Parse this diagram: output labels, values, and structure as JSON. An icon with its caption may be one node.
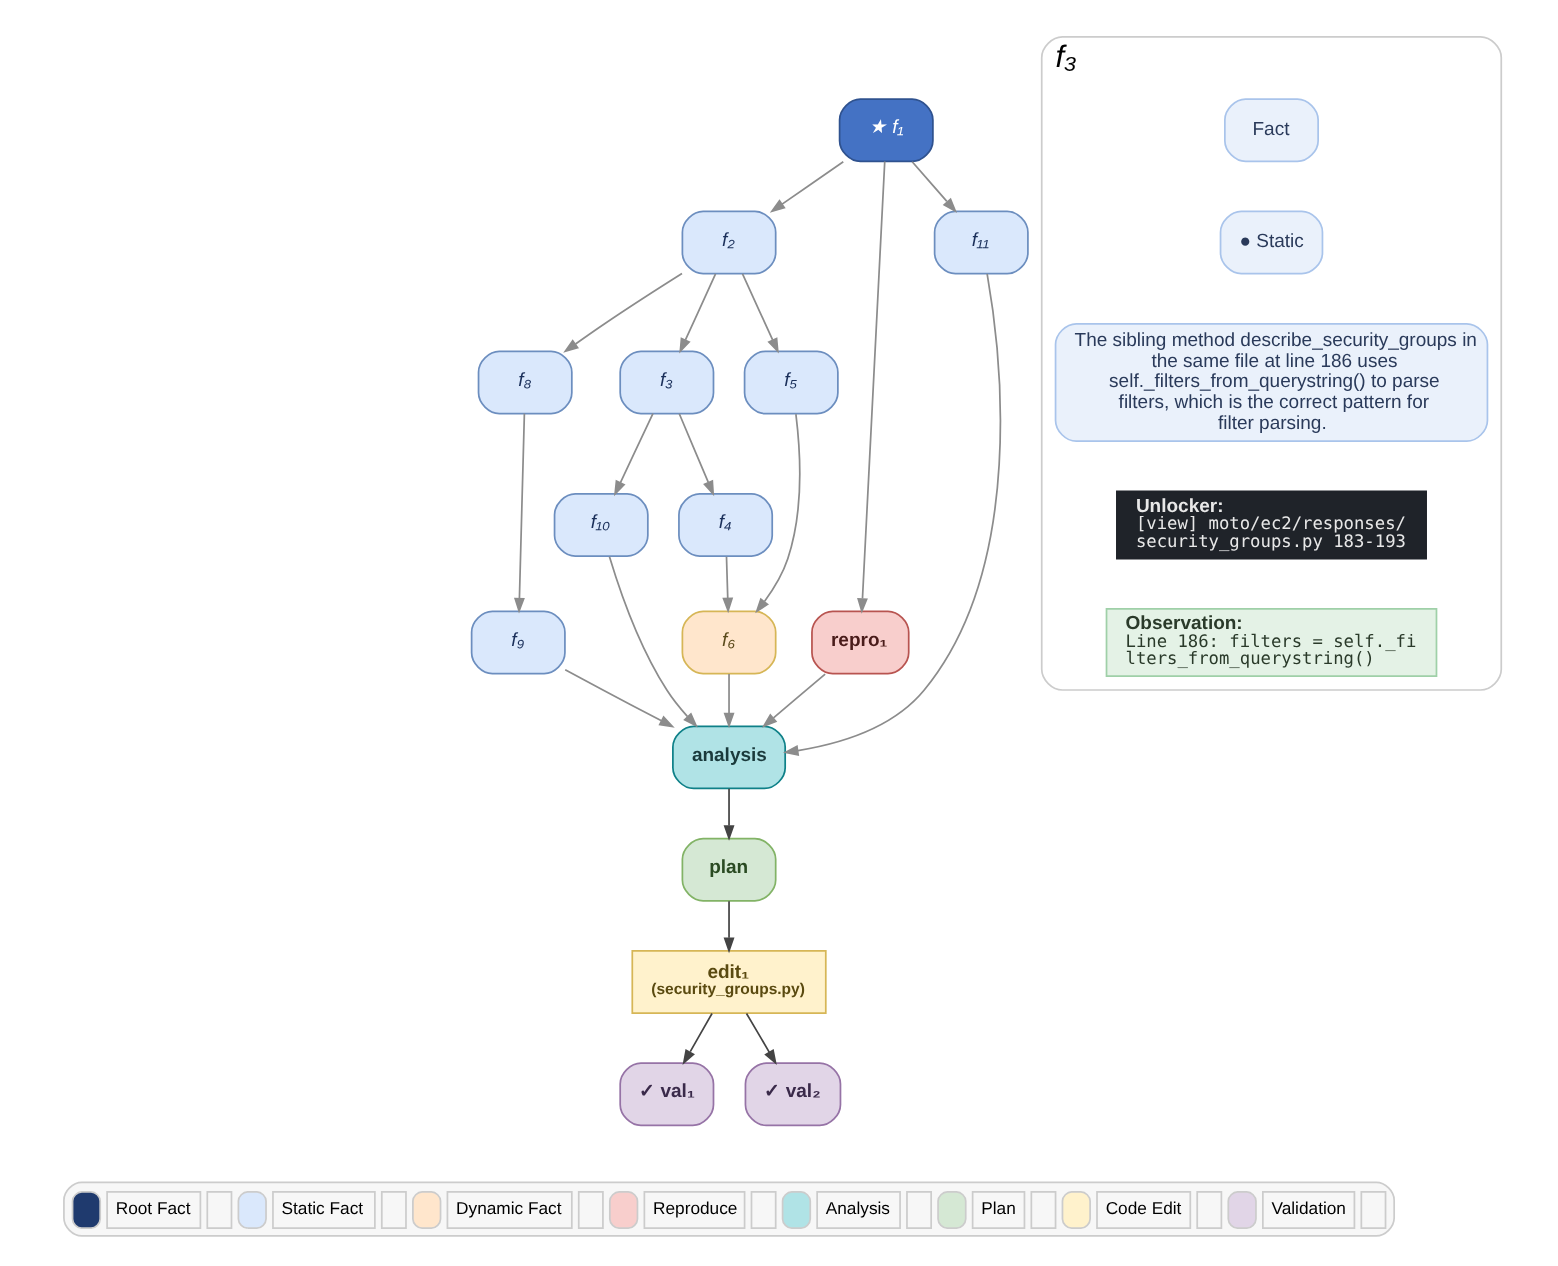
{
  "diagram": {
    "nodes": [
      {
        "text": [
          "★ f₁"
        ]
      },
      {
        "text": [
          "f₂"
        ]
      },
      {
        "text": [
          "f₈"
        ]
      },
      {
        "text": [
          "f₃"
        ]
      },
      {
        "text": [
          "f₅"
        ]
      },
      {
        "text": [
          "repro₁"
        ]
      },
      {
        "text": [
          "f₉"
        ]
      },
      {
        "text": [
          "f₁₀"
        ]
      },
      {
        "text": [
          "f₄"
        ]
      },
      {
        "text": [
          "f₁₁"
        ]
      },
      {
        "text": [
          "f₆"
        ]
      },
      {
        "text": [
          "analysis"
        ]
      },
      {
        "text": [
          "plan"
        ]
      },
      {
        "text": [
          "edit₁",
          "(security_groups.py)"
        ]
      },
      {
        "text": [
          "✓ val₁"
        ]
      },
      {
        "text": [
          "✓ val₂"
        ]
      },
      {
        "text": [
          "f₃"
        ]
      },
      {
        "text": [
          "Fact"
        ],
        "in": 16
      },
      {
        "text": [
          "● Static"
        ],
        "in": 16
      },
      {
        "text": [
          "The sibling method describe_security_groups in the same file at line 186 uses self._filters_from_querystring() to parse filters, which is the correct pattern for filter parsing."
        ],
        "in": 16
      },
      {
        "text": [
          "Unlocker:",
          "[view] moto/ec2/responses/ security_groups.py 183-193"
        ],
        "in": 16
      },
      {
        "text": [
          "Observation:",
          "Line 186: filters = self._filters_from_querystring()"
        ],
        "in": 16
      }
    ],
    "edges": [
      {
        "from": 0,
        "to": 1,
        "arrow": "to"
      },
      {
        "from": 0,
        "to": 9,
        "arrow": "to"
      },
      {
        "from": 0,
        "to": 5,
        "arrow": "to"
      },
      {
        "from": 1,
        "to": 2,
        "arrow": "to"
      },
      {
        "from": 1,
        "to": 3,
        "arrow": "to"
      },
      {
        "from": 1,
        "to": 4,
        "arrow": "to"
      },
      {
        "from": 2,
        "to": 6,
        "arrow": "to"
      },
      {
        "from": 3,
        "to": 7,
        "arrow": "to"
      },
      {
        "from": 3,
        "to": 8,
        "arrow": "to"
      },
      {
        "from": 4,
        "to": 10,
        "arrow": "to"
      },
      {
        "from": 8,
        "to": 10,
        "arrow": "to"
      },
      {
        "from": 6,
        "to": 11,
        "arrow": "to"
      },
      {
        "from": 7,
        "to": 11,
        "arrow": "to"
      },
      {
        "from": 10,
        "to": 11,
        "arrow": "to"
      },
      {
        "from": 9,
        "to": 11,
        "arrow": "to"
      },
      {
        "from": 5,
        "to": 11,
        "arrow": "to"
      },
      {
        "from": 11,
        "to": 12,
        "arrow": "to",
        "color": "#444444"
      },
      {
        "from": 12,
        "to": 13,
        "arrow": "to",
        "color": "#444444"
      },
      {
        "from": 13,
        "to": 14,
        "arrow": "to",
        "color": "#444444"
      },
      {
        "from": 13,
        "to": 15,
        "arrow": "to",
        "color": "#444444"
      }
    ],
    "legend": [
      {
        "text": "Root Fact",
        "color": "#1f3a6e"
      },
      {
        "text": "Static Fact",
        "color": "#dae8fc"
      },
      {
        "text": "Dynamic Fact",
        "color": "#ffe6cc"
      },
      {
        "text": "Reproduce",
        "color": "#f8cecc"
      },
      {
        "text": "Analysis",
        "color": "#b0e3e6"
      },
      {
        "text": "Plan",
        "color": "#d5e8d4"
      },
      {
        "text": "Code Edit",
        "color": "#fff2cc"
      },
      {
        "text": "Validation",
        "color": "#e1d5e7"
      }
    ]
  }
}
